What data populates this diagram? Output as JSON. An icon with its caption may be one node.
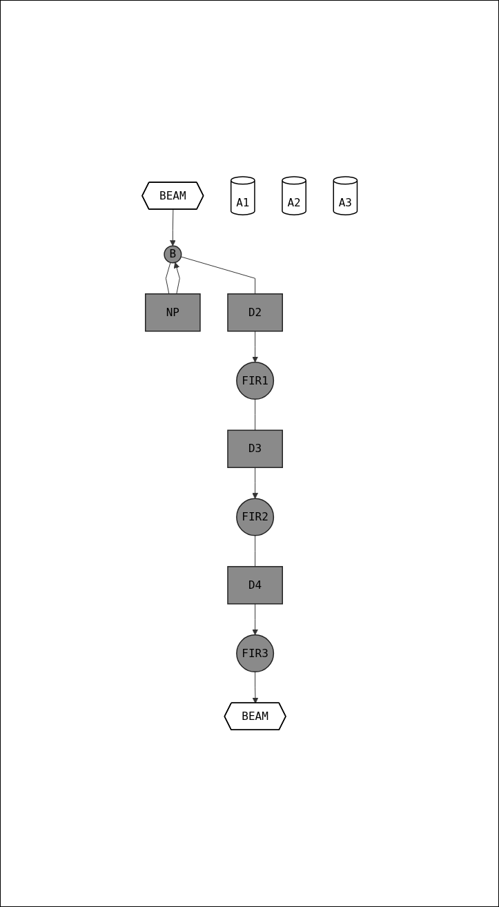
{
  "diagram": {
    "nodes": [
      {
        "text": [
          "BEAM"
        ]
      },
      {
        "text": [
          "B"
        ]
      },
      {
        "text": [
          "NP"
        ]
      },
      {
        "text": [
          "D2"
        ]
      },
      {
        "text": [
          "A1"
        ]
      },
      {
        "text": [
          "FIR1"
        ]
      },
      {
        "text": [
          "D3"
        ]
      },
      {
        "text": [
          "A2"
        ]
      },
      {
        "text": [
          "FIR2"
        ]
      },
      {
        "text": [
          "D4"
        ]
      },
      {
        "text": [
          "A3"
        ]
      },
      {
        "text": [
          "FIR3"
        ]
      },
      {
        "text": [
          "BEAM"
        ]
      }
    ],
    "edges": [
      {
        "from": 0,
        "to": 1,
        "arrow": "to"
      },
      {
        "from": 1,
        "to": 2,
        "arrow": "none"
      },
      {
        "from": 2,
        "to": 1,
        "arrow": "to"
      },
      {
        "from": 1,
        "to": 3,
        "arrow": "none"
      },
      {
        "from": 3,
        "to": 5,
        "arrow": "to"
      },
      {
        "from": 5,
        "to": 6,
        "arrow": "none"
      },
      {
        "from": 6,
        "to": 8,
        "arrow": "to"
      },
      {
        "from": 8,
        "to": 9,
        "arrow": "none"
      },
      {
        "from": 9,
        "to": 11,
        "arrow": "to"
      },
      {
        "from": 11,
        "to": 12,
        "arrow": "to"
      }
    ]
  }
}
